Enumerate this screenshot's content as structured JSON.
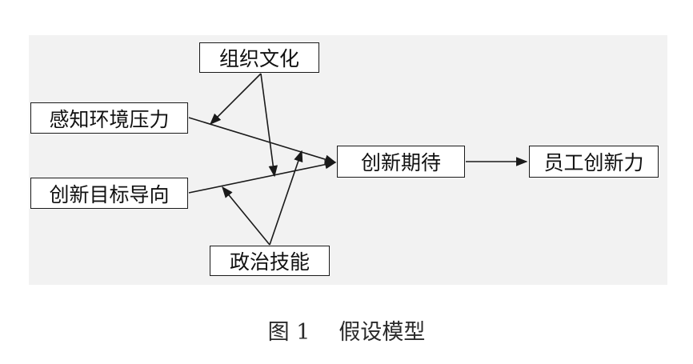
{
  "diagram": {
    "nodes": {
      "organizational_culture": "组织文化",
      "perceived_environmental_pressure": "感知环境压力",
      "innovation_goal_orientation": "创新目标导向",
      "innovation_expectation": "创新期待",
      "employee_innovativeness": "员工创新力",
      "political_skill": "政治技能"
    },
    "line_color": "#1a1a1a",
    "background_color": "#f2f2f2"
  },
  "caption": {
    "number": "图 1",
    "title": "假设模型"
  }
}
